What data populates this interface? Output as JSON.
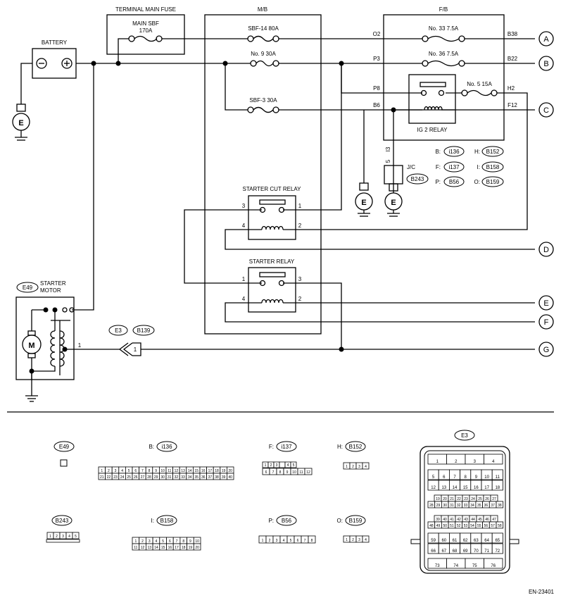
{
  "boxes": {
    "terminal_main_fuse": "TERMINAL MAIN FUSE",
    "mb": "M/B",
    "fb": "F/B",
    "battery": "BATTERY",
    "starter_cut_relay": "STARTER CUT RELAY",
    "starter_relay": "STARTER RELAY",
    "ig2_relay": "IG 2 RELAY",
    "starter_motor_line1": "STARTER",
    "starter_motor_line2": "MOTOR",
    "jc": "J/C"
  },
  "fuses": {
    "main_sbf_name": "MAIN SBF",
    "main_sbf_rating": "170A",
    "sbf14": "SBF-14  80A",
    "no9": "No. 9  30A",
    "sbf3": "SBF-3  30A",
    "no33": "No. 33  7.5A",
    "no36": "No. 36  7.5A",
    "no5": "No. 5  15A"
  },
  "pins": {
    "o2": "O2",
    "p3": "P3",
    "p8": "P8",
    "b6": "B6",
    "b38": "B38",
    "b22": "B22",
    "h2": "H2",
    "f12": "F12",
    "i3": "I3",
    "five": "5",
    "scr_3": "3",
    "scr_1": "1",
    "scr_4": "4",
    "scr_2": "2",
    "sr_1": "1",
    "sr_3": "3",
    "sr_4": "4",
    "sr_2": "2",
    "motor_1": "1",
    "e3_1": "1"
  },
  "terminals": [
    "A",
    "B",
    "C",
    "D",
    "E",
    "F",
    "G"
  ],
  "ground_label": "E",
  "motor_symbol": "M",
  "connectors": {
    "e49": "E49",
    "e3": "E3",
    "b139": "B139",
    "b243": "B243",
    "b158": "B158",
    "b56": "B56",
    "b159": "B159"
  },
  "legend": [
    {
      "prefix": "B:",
      "code": "i136"
    },
    {
      "prefix": "H:",
      "code": "B152"
    },
    {
      "prefix": "F:",
      "code": "i137"
    },
    {
      "prefix": "I:",
      "code": "B158"
    },
    {
      "prefix": "P:",
      "code": "B56"
    },
    {
      "prefix": "O:",
      "code": "B159"
    }
  ],
  "bottom_connectors": {
    "e49": {
      "label": "E49"
    },
    "b": {
      "prefix": "B:",
      "code": "i136",
      "top": [
        "1",
        "2",
        "3",
        "4",
        "5",
        "6",
        "7",
        "8",
        "9",
        "10",
        "11",
        "12",
        "13",
        "14",
        "15",
        "16",
        "17",
        "18",
        "19",
        "20"
      ],
      "bottom": [
        "21",
        "22",
        "23",
        "24",
        "25",
        "26",
        "27",
        "28",
        "29",
        "30",
        "31",
        "32",
        "33",
        "34",
        "35",
        "36",
        "37",
        "38",
        "39",
        "40"
      ]
    },
    "f": {
      "prefix": "F:",
      "code": "i137",
      "top": [
        "1",
        "2",
        "3",
        "",
        "4",
        "5"
      ],
      "bottom": [
        "6",
        "7",
        "8",
        "9",
        "10",
        "11",
        "12"
      ]
    },
    "h": {
      "prefix": "H:",
      "code": "B152",
      "pins": [
        "1",
        "2",
        "3",
        "4"
      ]
    },
    "b243": {
      "label": "B243",
      "pins": [
        "1",
        "2",
        "3",
        "4",
        "5"
      ]
    },
    "i": {
      "prefix": "I:",
      "code": "B158",
      "top": [
        "1",
        "2",
        "3",
        "4",
        "5",
        "6",
        "7",
        "8",
        "9",
        "10"
      ],
      "bottom": [
        "11",
        "12",
        "13",
        "14",
        "15",
        "16",
        "17",
        "18",
        "19",
        "20"
      ]
    },
    "p": {
      "prefix": "P:",
      "code": "B56",
      "pins": [
        "1",
        "2",
        "3",
        "4",
        "5",
        "6",
        "7",
        "8"
      ]
    },
    "o": {
      "prefix": "O:",
      "code": "B159",
      "pins": [
        "1",
        "2",
        "3",
        "4"
      ]
    },
    "e3": {
      "label": "E3",
      "row1": [
        "1",
        "2",
        "3",
        "4"
      ],
      "row2": [
        "5",
        "6",
        "7",
        "8",
        "9",
        "10",
        "11"
      ],
      "row3": [
        "12",
        "13",
        "14",
        "15",
        "16",
        "17",
        "18"
      ],
      "row4": [
        "19",
        "20",
        "21",
        "22",
        "23",
        "24",
        "25",
        "26",
        "27"
      ],
      "row5": [
        "28",
        "29",
        "30",
        "31",
        "32",
        "33",
        "34",
        "35",
        "36",
        "37",
        "38"
      ],
      "row6": [
        "39",
        "40",
        "41",
        "42",
        "43",
        "44",
        "45",
        "46",
        "47"
      ],
      "row7": [
        "48",
        "49",
        "50",
        "51",
        "52",
        "53",
        "54",
        "55",
        "56",
        "57",
        "58"
      ],
      "row8": [
        "59",
        "60",
        "61",
        "62",
        "63",
        "64",
        "65"
      ],
      "row9": [
        "66",
        "67",
        "68",
        "69",
        "70",
        "71",
        "72"
      ],
      "row10": [
        "73",
        "74",
        "75",
        "76"
      ]
    }
  },
  "doc_id": "EN-23401"
}
